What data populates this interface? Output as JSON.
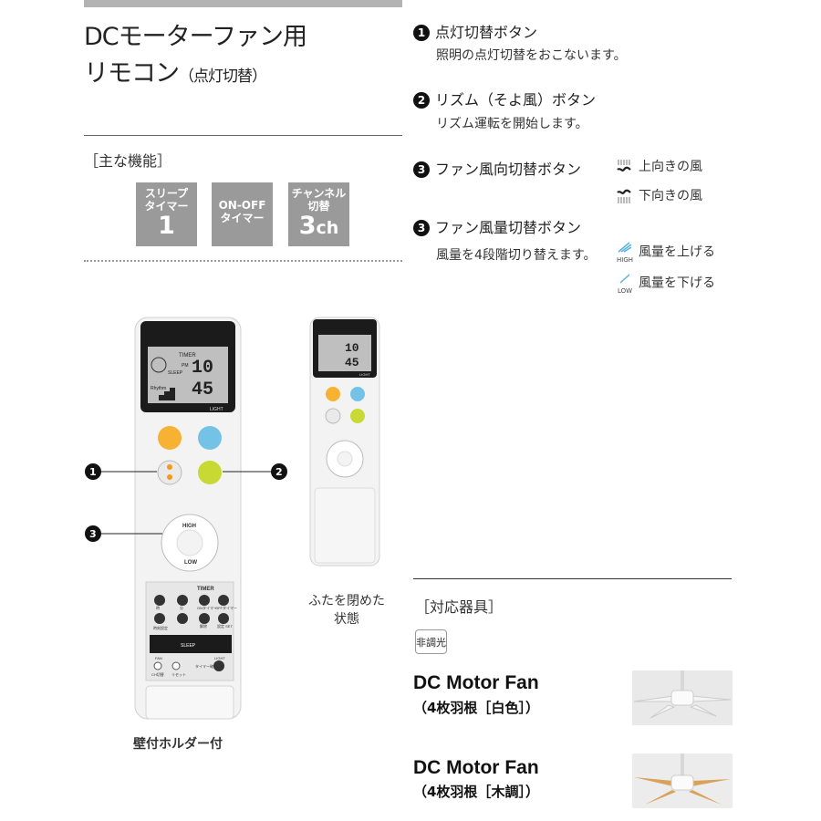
{
  "header": {
    "title_line1": "DCモーターファン用",
    "title_line2_main": "リモコン",
    "title_line2_sub": "（点灯切替）"
  },
  "features": {
    "heading": "［主な機能］",
    "boxes": [
      {
        "line1": "スリープ",
        "line2": "タイマー",
        "big": "1",
        "unit": ""
      },
      {
        "line1": "ON-OFF",
        "line2": "タイマー",
        "big": "",
        "unit": ""
      },
      {
        "line1": "チャンネル",
        "line2": "切替",
        "big": "3",
        "unit": "ch"
      }
    ]
  },
  "items": [
    {
      "num": "1",
      "title": "点灯切替ボタン",
      "desc": "照明の点灯切替をおこないます。"
    },
    {
      "num": "2",
      "title": "リズム（そよ風）ボタン",
      "desc": "リズム運転を開始します。"
    },
    {
      "num": "3",
      "title": "ファン風向切替ボタン",
      "dir_up": "上向きの風",
      "dir_down": "下向きの風"
    },
    {
      "num": "3",
      "title": "ファン風量切替ボタン",
      "desc": "風量を4段階切り替えます。",
      "vol_up": "風量を上げる",
      "vol_down": "風量を下げる",
      "high_label": "HIGH",
      "low_label": "LOW"
    }
  ],
  "remote_large": {
    "lcd_timer": "TIMER",
    "lcd_big_top": "10",
    "lcd_big_bottom": "45",
    "lcd_pm": "PM",
    "lcd_sleep": "SLEEP",
    "lcd_light": "LIGHT",
    "lcd_rhythm": "Rhythm",
    "dial_high": "HIGH",
    "dial_low": "LOW",
    "panel_timer": "TIMER",
    "panel_on_timer": "ONタイマー",
    "panel_off_timer": "OFFタイマー",
    "panel_cancel": "解除",
    "panel_set": "設定 SET",
    "panel_time_set": "時刻設定",
    "panel_hour": "時",
    "panel_min": "分",
    "panel_sleep": "SLEEP",
    "panel_fan": "FAN",
    "panel_light": "LIGHT",
    "panel_ch_set": "CH切替",
    "panel_reset": "リセット",
    "panel_timer_check": "タイマー確認",
    "callout_1": "1",
    "callout_2": "2",
    "callout_3": "3"
  },
  "remote_small": {
    "lcd_big_top": "10",
    "lcd_big_bottom": "45",
    "lcd_light": "LIGHT",
    "caption_line1": "ふたを閉めた",
    "caption_line2": "状態"
  },
  "holder_caption": "壁付ホルダー付",
  "compat": {
    "heading": "［対応器具］",
    "badge": "非調光",
    "products": [
      {
        "name": "DC Motor Fan",
        "sub": "（4枚羽根［白色］）",
        "blade_color": "#f4f4f4"
      },
      {
        "name": "DC Motor Fan",
        "sub": "（4枚羽根［木調］）",
        "blade_color": "#d9a25a"
      }
    ]
  },
  "colors": {
    "orange_button": "#f7b233",
    "blue_button": "#74c2e6",
    "lime_button": "#c9d934",
    "feature_box": "#9a9a9a"
  }
}
